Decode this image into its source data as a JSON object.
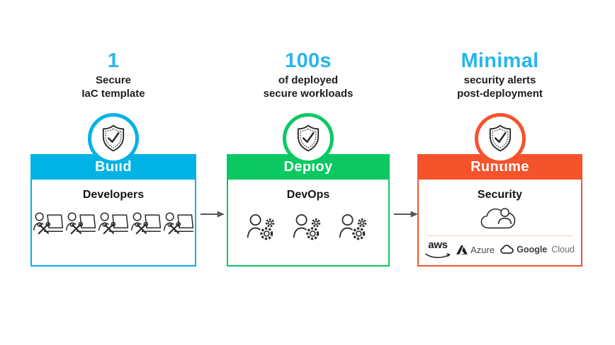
{
  "colors": {
    "headline_cyan": "#29b6e9",
    "build_accent": "#00b3e4",
    "deploy_accent": "#0cc863",
    "runtime_accent": "#f4532c",
    "arrow_gray": "#58595b",
    "text_dark": "#1e1e1e",
    "divider_pink": "#f6c9b8"
  },
  "icons": {
    "badge": "shield-check-icon",
    "build": "developer-laptop-wrench-icon",
    "deploy": "person-gears-icon",
    "runtime": "cloud-user-icon",
    "flow": "arrow-right-icon",
    "providers": [
      "aws-logo",
      "azure-logo",
      "google-cloud-logo"
    ]
  },
  "columns": [
    {
      "id": "build",
      "accent": "#00b3e4",
      "headline": "1",
      "subtitle_lines": [
        "Secure",
        "IaC template"
      ],
      "stage_label": "Build",
      "role_label": "Developers",
      "icon_count": 5
    },
    {
      "id": "deploy",
      "accent": "#0cc863",
      "headline": "100s",
      "subtitle_lines": [
        "of deployed",
        "secure workloads"
      ],
      "stage_label": "Deploy",
      "role_label": "DevOps",
      "icon_count": 3
    },
    {
      "id": "runtime",
      "accent": "#f4532c",
      "headline": "Minimal",
      "subtitle_lines": [
        "security alerts",
        "post-deployment"
      ],
      "stage_label": "Runtime",
      "role_label": "Security",
      "icon_count": 1,
      "providers": {
        "aws_label": "aws",
        "azure_label": "Azure",
        "google_label": "Google",
        "google_cloud_label": "Cloud"
      }
    }
  ]
}
